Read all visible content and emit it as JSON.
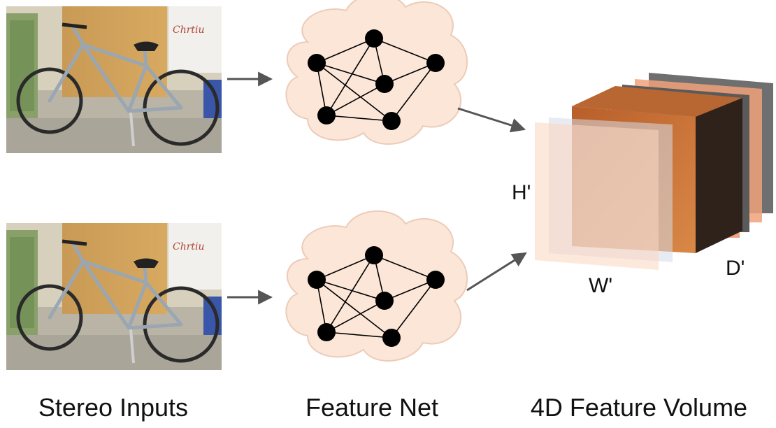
{
  "captions": {
    "inputs": "Stereo Inputs",
    "feature_net": "Feature Net",
    "volume": "4D Feature Volume"
  },
  "axis_labels": {
    "height": "H'",
    "width": "W'",
    "depth": "D'"
  },
  "colors": {
    "cloud_fill": "#fbe6d8",
    "cloud_stroke": "#e9c9b4",
    "node": "#000000",
    "arrow": "#555555",
    "cube_front": "#c8703a",
    "cube_side": "#2e221b",
    "cube_top": "#b86632"
  }
}
